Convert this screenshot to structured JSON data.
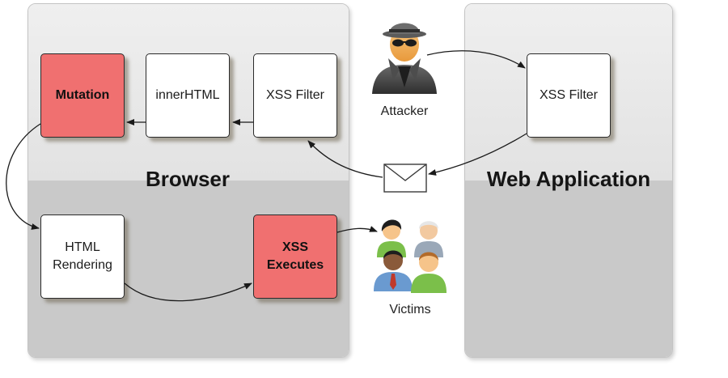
{
  "browser": {
    "title": "Browser",
    "mutation_label": "Mutation",
    "innerhtml_label": "innerHTML",
    "xss_filter_label": "XSS Filter",
    "html_rendering_label": "HTML\nRendering",
    "xss_executes_label": "XSS\nExecutes"
  },
  "web_application": {
    "title": "Web Application",
    "xss_filter_label": "XSS Filter"
  },
  "actors": {
    "attacker_label": "Attacker",
    "victims_label": "Victims"
  },
  "icons": {
    "attacker": "spy-icon",
    "message": "envelope-icon",
    "victims": "people-group-icon"
  },
  "colors": {
    "highlight": "#f07070",
    "panel_top": "#e6e6e6",
    "panel_bottom": "#c9c9c9"
  }
}
